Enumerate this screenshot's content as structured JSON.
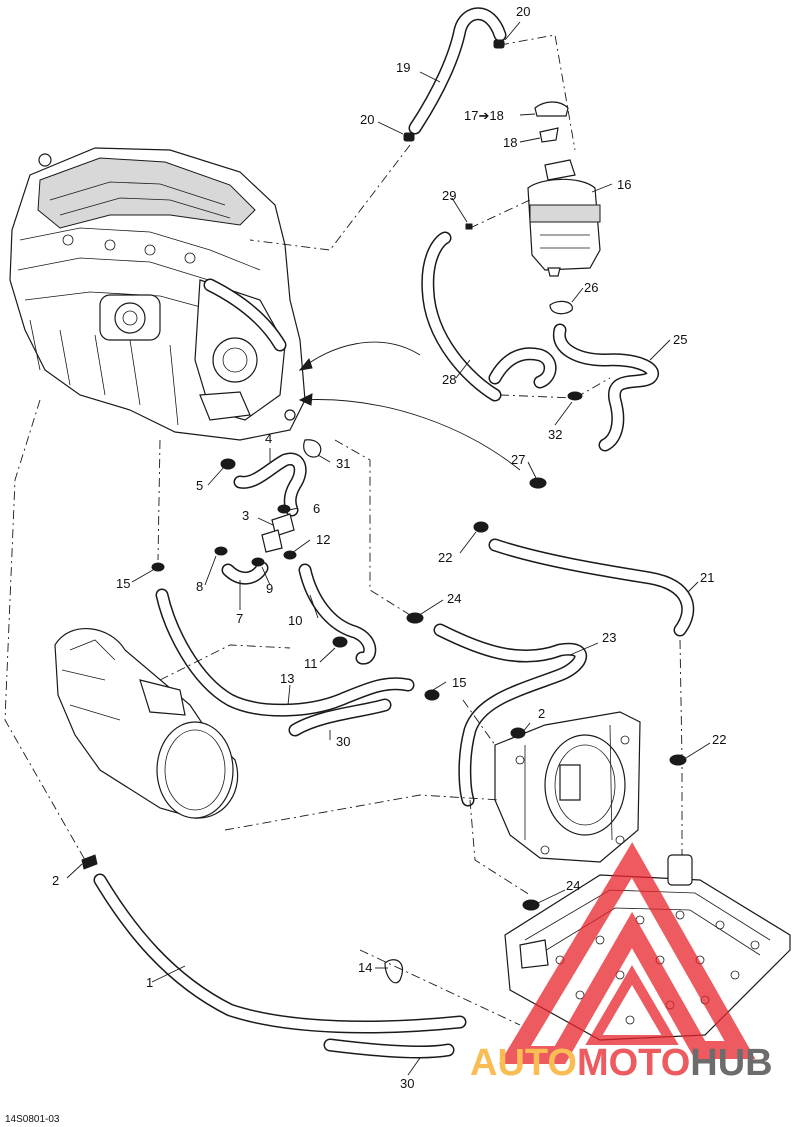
{
  "document_id": "14S0801-03",
  "watermark": {
    "part1": "AUTO",
    "part2": "MOTO",
    "part3": "HUB",
    "color_orange": "#f7a81b",
    "color_red": "#e8232a",
    "color_dark": "#3c3c3c"
  },
  "callouts": [
    {
      "id": "c1",
      "text": "1"
    },
    {
      "id": "c2a",
      "text": "2"
    },
    {
      "id": "c2b",
      "text": "2"
    },
    {
      "id": "c3",
      "text": "3"
    },
    {
      "id": "c4",
      "text": "4"
    },
    {
      "id": "c5",
      "text": "5"
    },
    {
      "id": "c6",
      "text": "6"
    },
    {
      "id": "c7",
      "text": "7"
    },
    {
      "id": "c8",
      "text": "8"
    },
    {
      "id": "c9",
      "text": "9"
    },
    {
      "id": "c10",
      "text": "10"
    },
    {
      "id": "c11",
      "text": "11"
    },
    {
      "id": "c12",
      "text": "12"
    },
    {
      "id": "c13",
      "text": "13"
    },
    {
      "id": "c14",
      "text": "14"
    },
    {
      "id": "c15a",
      "text": "15"
    },
    {
      "id": "c15b",
      "text": "15"
    },
    {
      "id": "c16",
      "text": "16"
    },
    {
      "id": "c17",
      "text": "17➔18"
    },
    {
      "id": "c18",
      "text": "18"
    },
    {
      "id": "c19",
      "text": "19"
    },
    {
      "id": "c20a",
      "text": "20"
    },
    {
      "id": "c20b",
      "text": "20"
    },
    {
      "id": "c21",
      "text": "21"
    },
    {
      "id": "c22a",
      "text": "22"
    },
    {
      "id": "c22b",
      "text": "22"
    },
    {
      "id": "c23",
      "text": "23"
    },
    {
      "id": "c24a",
      "text": "24"
    },
    {
      "id": "c24b",
      "text": "24"
    },
    {
      "id": "c25",
      "text": "25"
    },
    {
      "id": "c26",
      "text": "26"
    },
    {
      "id": "c27",
      "text": "27"
    },
    {
      "id": "c28",
      "text": "28"
    },
    {
      "id": "c29",
      "text": "29"
    },
    {
      "id": "c30a",
      "text": "30"
    },
    {
      "id": "c30b",
      "text": "30"
    },
    {
      "id": "c31",
      "text": "31"
    },
    {
      "id": "c32",
      "text": "32"
    }
  ]
}
